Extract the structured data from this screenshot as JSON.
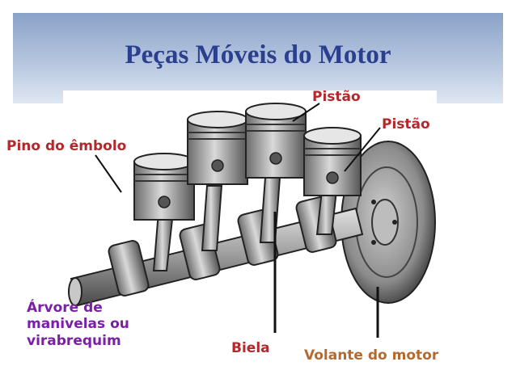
{
  "slide": {
    "title": "Peças Móveis do Motor"
  },
  "labels": {
    "pistao_top": "Pistão",
    "pistao_right": "Pistão",
    "pino": "Pino do êmbolo",
    "arvore_line1": "Árvore de",
    "arvore_line2": "manivelas ou",
    "arvore_line3": "virabrequim",
    "biela": "Biela",
    "volante": "Volante do motor"
  },
  "colors": {
    "title": "#2b3f8f",
    "label_red": "#b3282d",
    "label_purple": "#7a1fa6",
    "label_orange": "#b46a2e"
  }
}
